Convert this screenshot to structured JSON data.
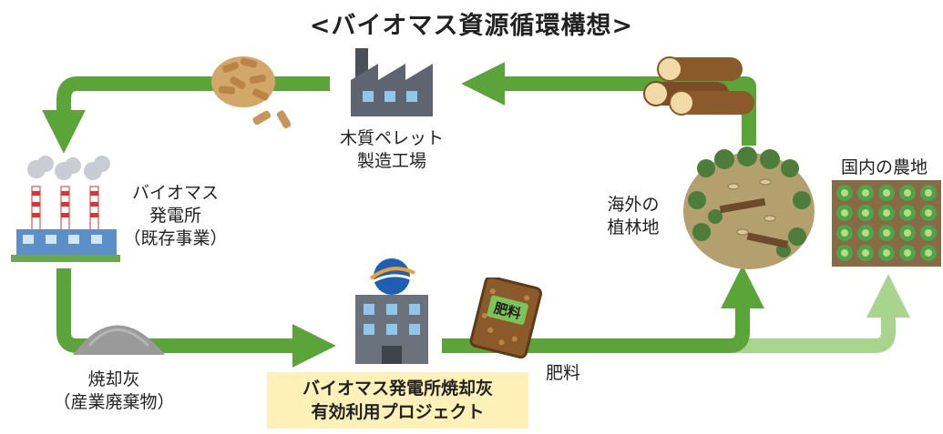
{
  "title": "<バイオマス資源循環構想>",
  "nodes": {
    "pellet_factory": {
      "line1": "木質ペレット",
      "line2": "製造工場"
    },
    "power_plant": {
      "line1": "バイオマス",
      "line2": "発電所",
      "line3": "（既存事業）"
    },
    "overseas_forest": {
      "line1": "海外の",
      "line2": "植林地"
    },
    "domestic_farm": {
      "label": "国内の農地"
    },
    "incineration_ash": {
      "line1": "焼却灰",
      "line2": "（産業廃棄物）"
    },
    "project": {
      "line1": "バイオマス発電所焼却灰",
      "line2": "有効利用プロジェクト"
    },
    "fertilizer": {
      "label": "肥料",
      "bag_text": "肥料"
    }
  },
  "colors": {
    "arrow_green": "#5aa43a",
    "arrow_light_green": "#a9d48e",
    "highlight_bg": "#fff1b8"
  }
}
